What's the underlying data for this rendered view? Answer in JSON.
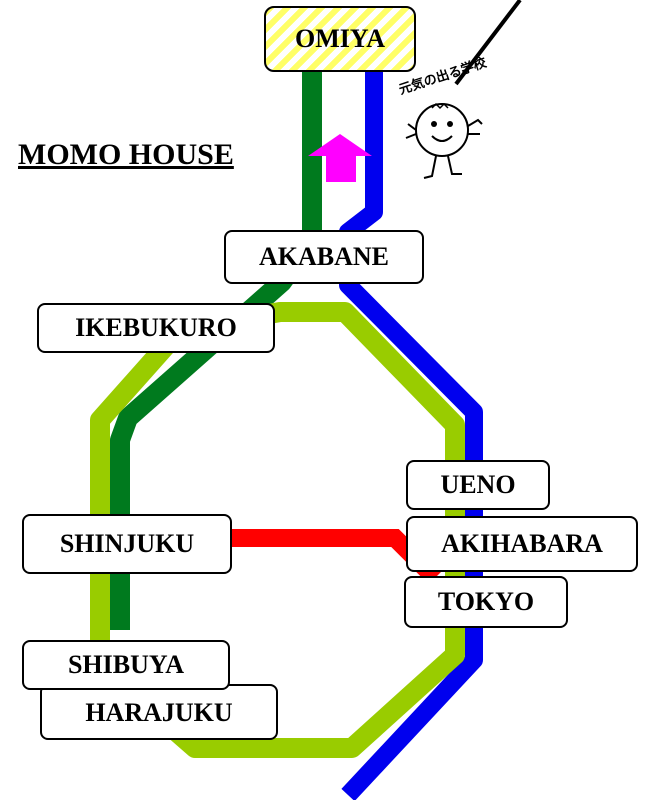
{
  "title": "MOMO HOUSE",
  "mascot_caption": "元気の出る学校",
  "stations": {
    "omiya": "OMIYA",
    "akabane": "AKABANE",
    "ikebukuro": "IKEBUKURO",
    "ueno": "UENO",
    "shinjuku": "SHINJUKU",
    "akihabara": "AKIHABARA",
    "tokyo": "TOKYO",
    "shibuya": "SHIBUYA",
    "harajuku": "HARAJUKU"
  },
  "colors": {
    "green_line": "#007a1e",
    "blue_line": "#0000ee",
    "lime_loop": "#99cc00",
    "red_line": "#ff0000",
    "arrow": "#ff00ff",
    "omiya_hatch": "#ffff66"
  },
  "icons": [
    "up-arrow-icon",
    "mascot-icon"
  ]
}
